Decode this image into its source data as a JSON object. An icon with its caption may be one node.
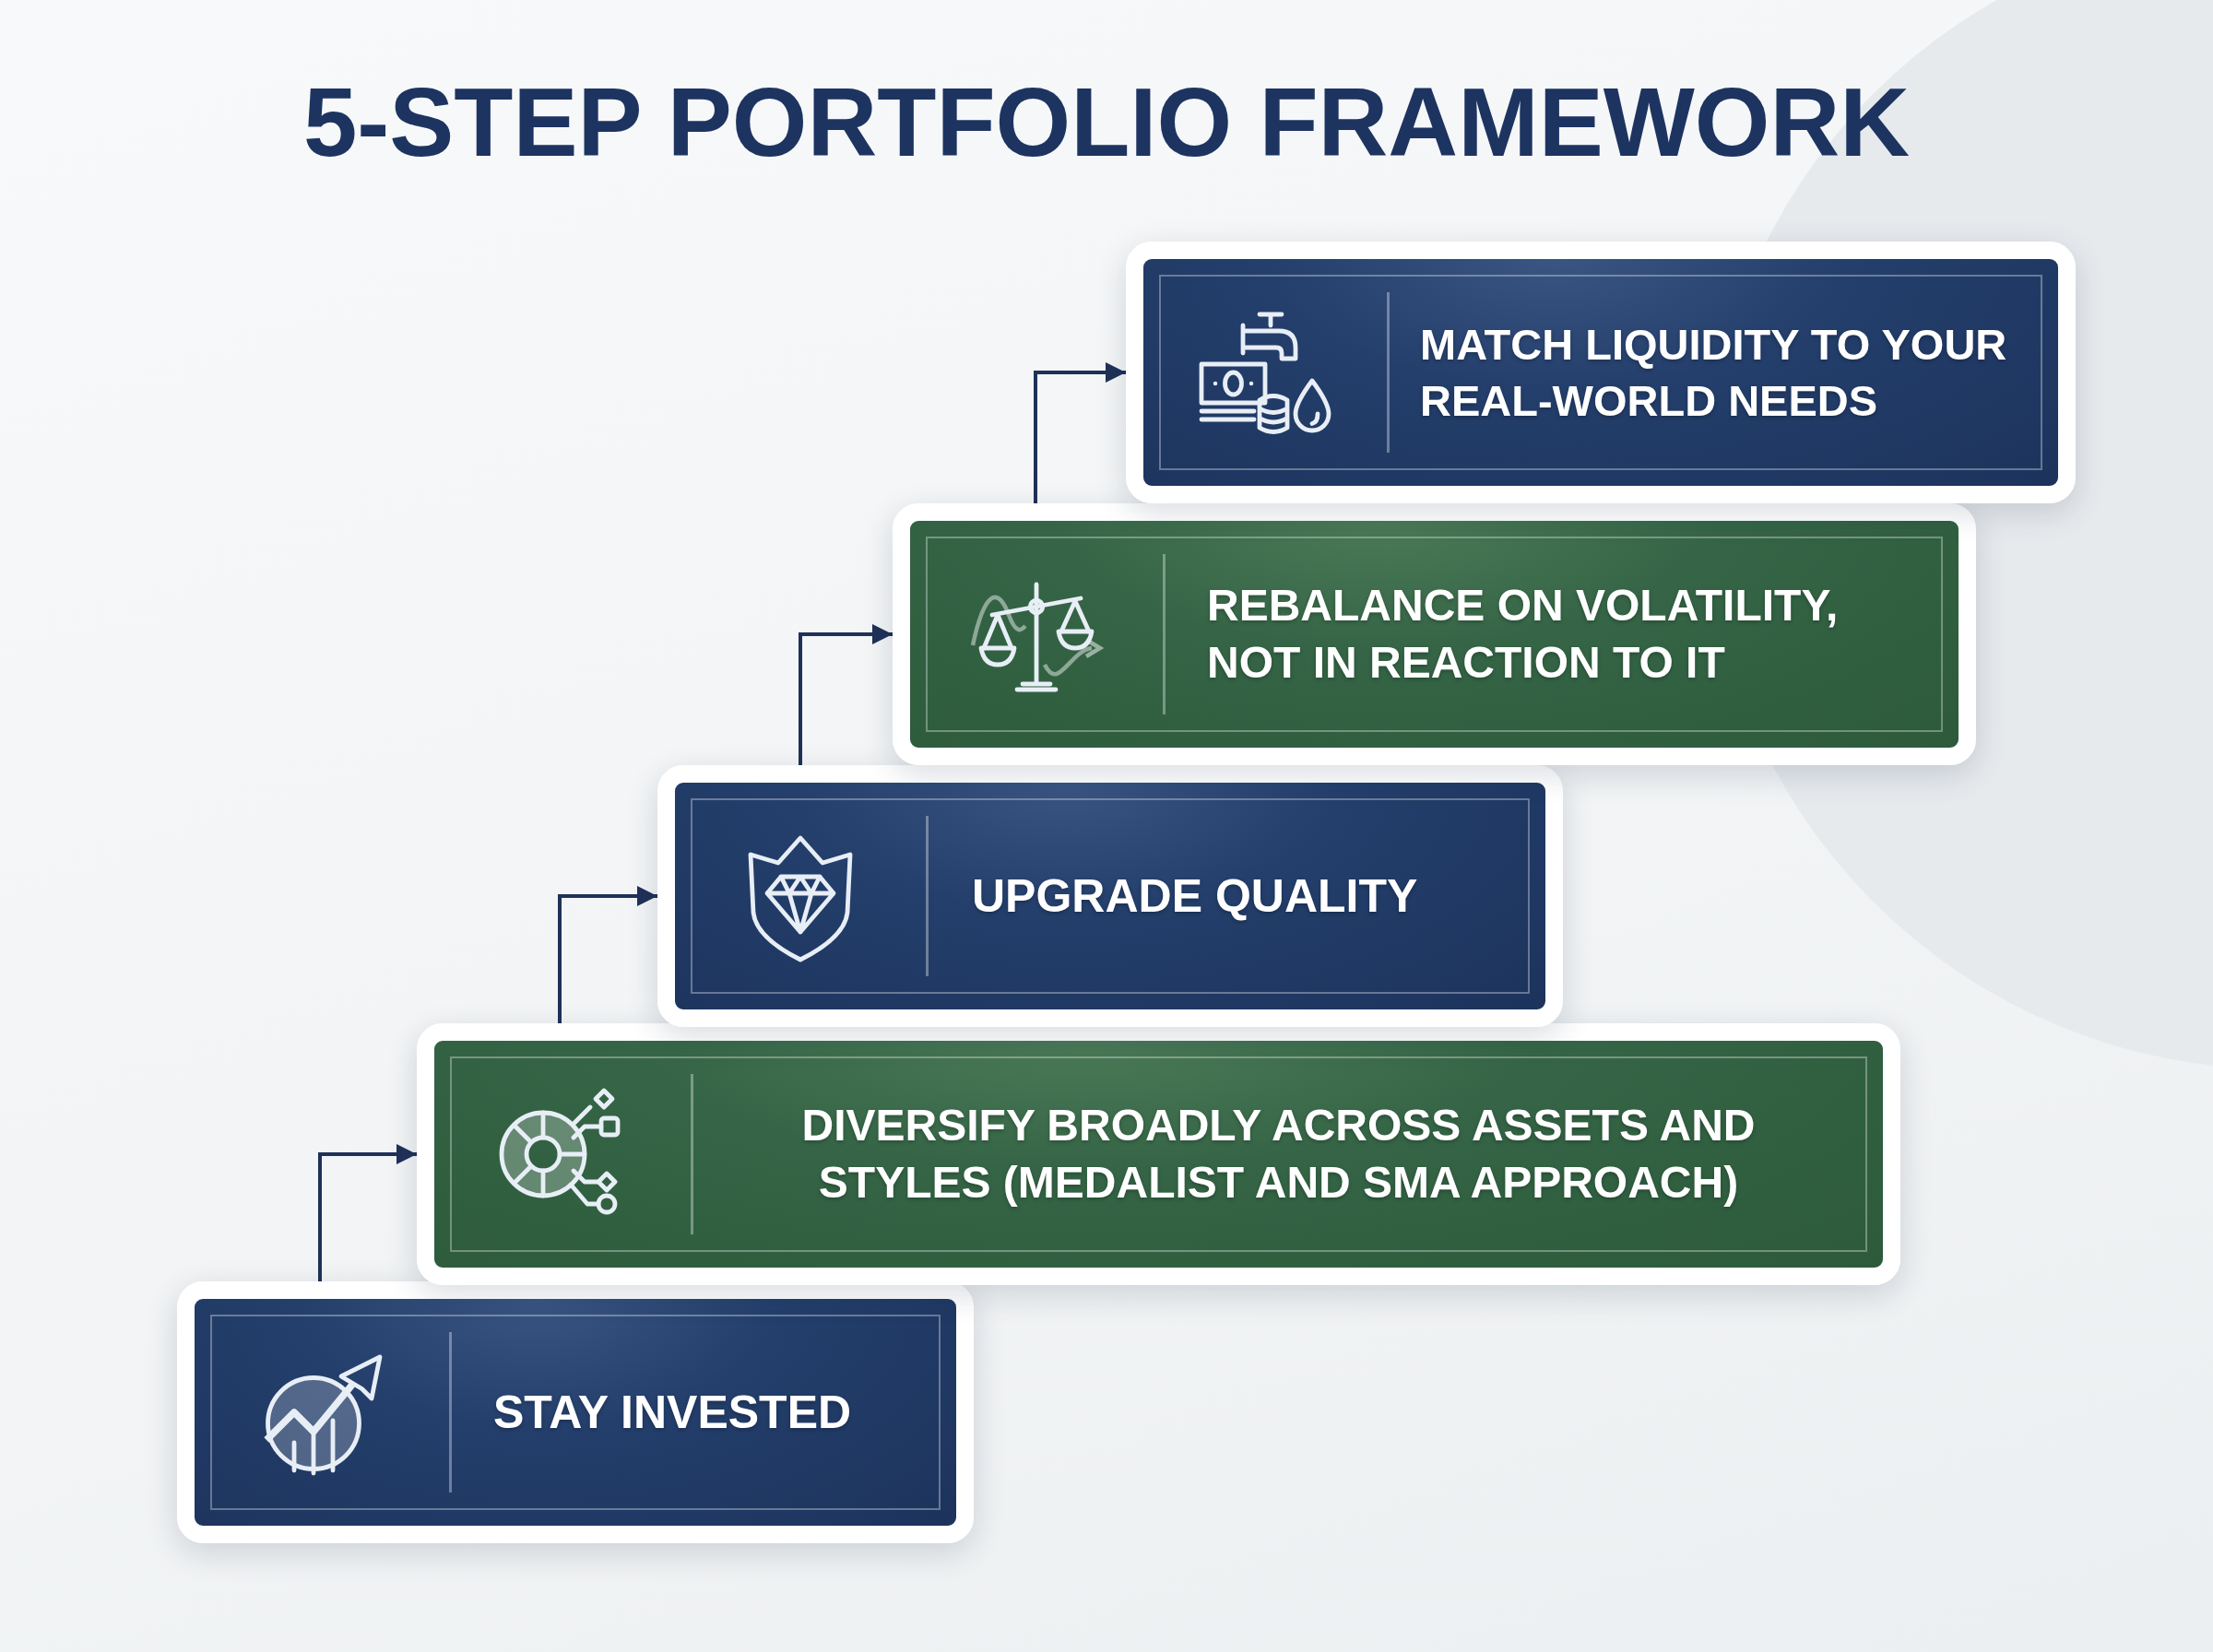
{
  "diagram": {
    "title": "5-STEP PORTFOLIO FRAMEWORK",
    "nodes": [
      {
        "text": [
          "STAY INVESTED"
        ]
      },
      {
        "text": [
          "DIVERSIFY BROADLY ACROSS ASSETS AND STYLES (MEDALIST AND SMA APPROACH)"
        ]
      },
      {
        "text": [
          "UPGRADE QUALITY"
        ]
      },
      {
        "text": [
          "REBALANCE ON VOLATILITY, NOT IN REACTION TO IT"
        ]
      },
      {
        "text": [
          "MATCH LIQUIDITY TO YOUR REAL-WORLD NEEDS"
        ]
      }
    ],
    "edges": [
      {
        "from": 0,
        "to": 1,
        "arrow": "to"
      },
      {
        "from": 1,
        "to": 2,
        "arrow": "to"
      },
      {
        "from": 2,
        "to": 3,
        "arrow": "to"
      },
      {
        "from": 3,
        "to": 4,
        "arrow": "to"
      }
    ]
  }
}
